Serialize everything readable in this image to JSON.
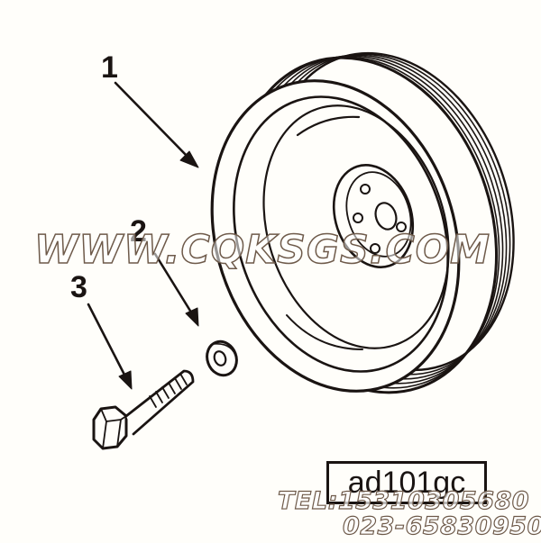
{
  "callouts": {
    "one": "1",
    "two": "2",
    "three": "3"
  },
  "watermark": "WWW.CQKSGS.COM",
  "diagram_code": "ad101gc",
  "contact": {
    "tel": "TEL:15310305680",
    "phone2": "023-65830950"
  },
  "colors": {
    "ink": "#1a1412",
    "paper": "#fffefa",
    "watermark_outline": "#6e5a4a"
  }
}
